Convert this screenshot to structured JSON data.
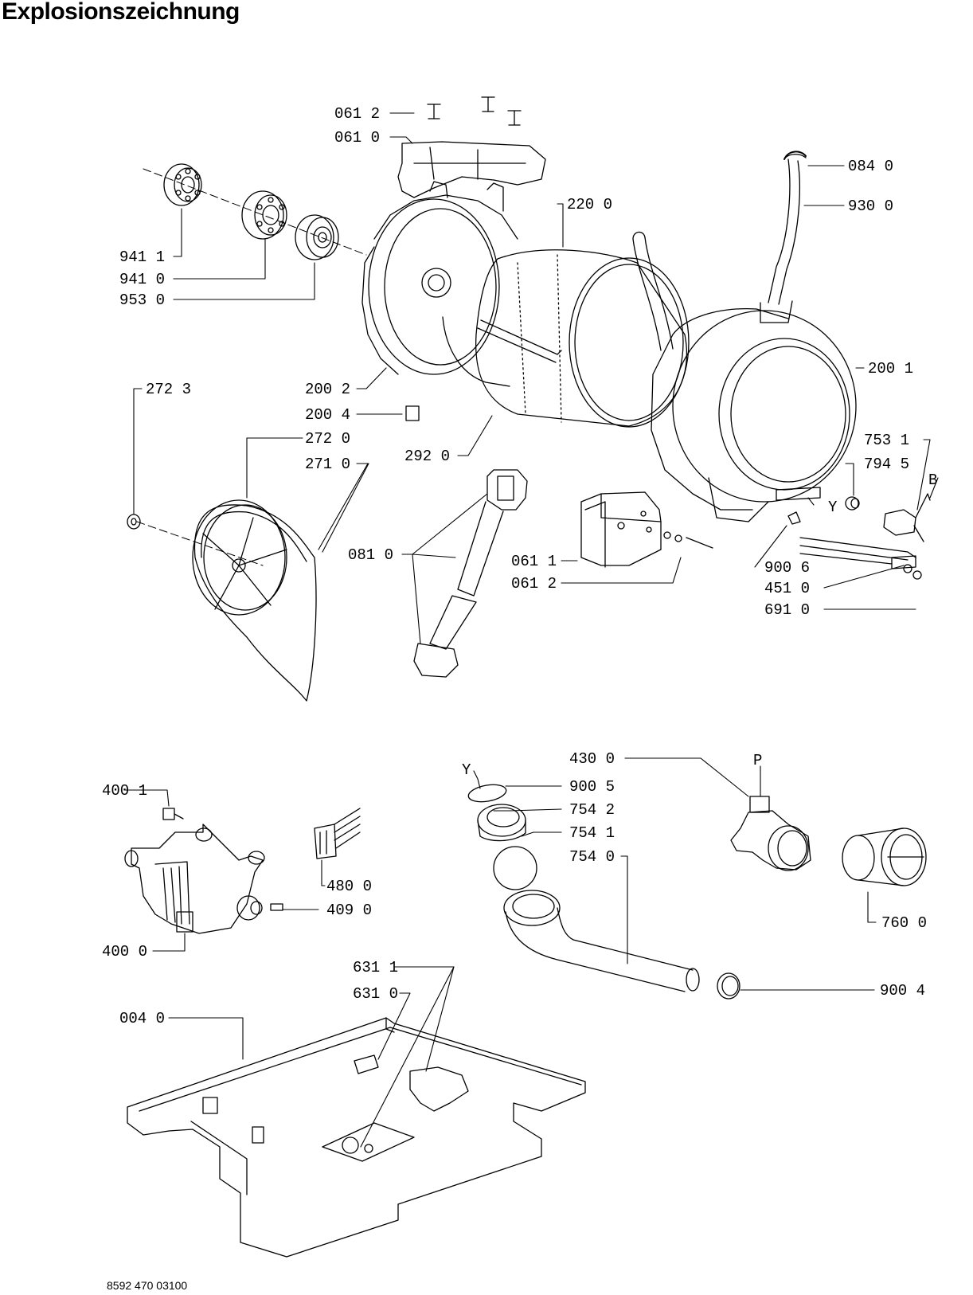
{
  "title": "Explosionszeichnung",
  "document_number": "8592 470 03100",
  "colors": {
    "ink": "#000000",
    "paper": "#ffffff"
  },
  "callouts": {
    "c0612a": "061 2",
    "c0610": "061 0",
    "c0840": "084 0",
    "c2200": "220 0",
    "c9300": "930 0",
    "c9411": "941 1",
    "c9410": "941 0",
    "c9530": "953 0",
    "c2002": "200 2",
    "c2001": "200 1",
    "c2723": "272 3",
    "c2004": "200 4",
    "c2720": "272 0",
    "c2920": "292 0",
    "c2710": "271 0",
    "c7531": "753 1",
    "c7945": "794 5",
    "cB": "B",
    "cY1": "Y",
    "c0810": "081 0",
    "c0611": "061 1",
    "c0612b": "061 2",
    "c9006": "900 6",
    "c4510": "451 0",
    "c6910": "691 0",
    "c4300": "430 0",
    "cP": "P",
    "cY2": "Y",
    "c9005": "900 5",
    "c7542": "754 2",
    "c7541": "754 1",
    "c7540": "754 0",
    "c4001": "400 1",
    "c4800": "480 0",
    "c4090": "409 0",
    "c4000": "400 0",
    "c7600": "760 0",
    "c6311": "631 1",
    "c6310": "631 0",
    "c0040": "004 0",
    "c9004": "900 4"
  }
}
